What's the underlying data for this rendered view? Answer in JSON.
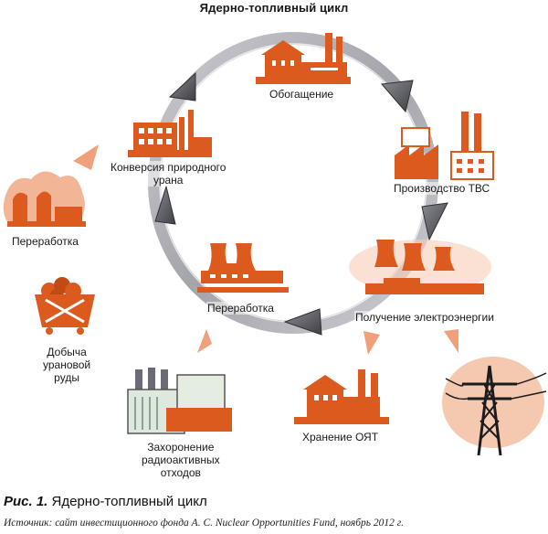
{
  "title": "Ядерно-топливный цикл",
  "colors": {
    "orange": "#dc5a1e",
    "light_orange": "#f0a07a",
    "cycle_gray": "#9a9aa2",
    "arrow_dark": "#55565c"
  },
  "nodes": {
    "enrichment": {
      "label": "Обогащение",
      "icon": "factory-icon"
    },
    "fuel_assembly": {
      "label": "Производство ТВС",
      "icon": "factory-icon"
    },
    "power_generation": {
      "label": "Получение электроэнергии",
      "icon": "power-plant-icon"
    },
    "reprocessing_center": {
      "label": "Переработка",
      "icon": "cooling-towers-icon"
    },
    "conversion": {
      "label_lines": [
        "Конверсия природного",
        "урана"
      ],
      "icon": "factory-icon"
    },
    "reprocessing_left": {
      "label": "Переработка",
      "icon": "processing-plant-icon"
    },
    "mining": {
      "label_lines": [
        "Добыча",
        "урановой",
        "руды"
      ],
      "icon": "ore-cart-icon"
    },
    "disposal": {
      "label_lines": [
        "Захоронение",
        "радиоактивных",
        "отходов"
      ],
      "icon": "waste-facility-icon"
    },
    "storage": {
      "label": "Хранение ОЯТ",
      "icon": "storage-plant-icon"
    },
    "grid": {
      "icon": "transmission-tower-icon"
    }
  },
  "caption": {
    "figure": "Рис. 1.",
    "text": "Ядерно-топливный цикл"
  },
  "source": "Источник: сайт инвестиционного фонда A. C. Nuclear Opportunities Fund, ноябрь 2012 г."
}
